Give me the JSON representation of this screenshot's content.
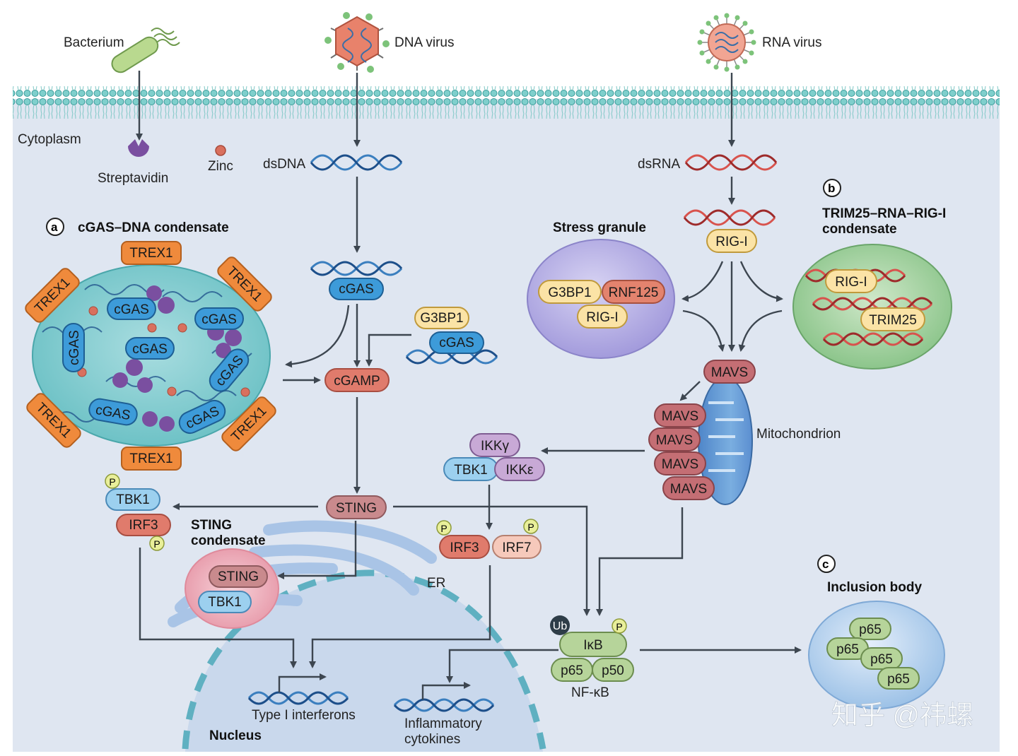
{
  "labels": {
    "bacterium": "Bacterium",
    "dna_virus": "DNA virus",
    "rna_virus": "RNA virus",
    "cytoplasm": "Cytoplasm",
    "streptavidin": "Streptavidin",
    "zinc": "Zinc",
    "dsdna": "dsDNA",
    "dsrna": "dsRNA",
    "mitochondrion": "Mitochondrion",
    "er": "ER",
    "nucleus": "Nucleus",
    "nfkb": "NF-κB",
    "type1_ifn": "Type I interferons",
    "inflam_1": "Inflammatory",
    "inflam_2": "cytokines",
    "watermark": "知乎 @祎螺"
  },
  "panels": {
    "a": {
      "letter": "a",
      "title": "cGAS–DNA condensate"
    },
    "b": {
      "letter": "b",
      "title_1": "TRIM25–RNA–RIG-I",
      "title_2": "condensate"
    },
    "c": {
      "letter": "c",
      "title": "Inclusion body"
    },
    "stress_granule": "Stress granule",
    "sting_condensate_1": "STING",
    "sting_condensate_2": "condensate"
  },
  "proteins": {
    "trex1": "TREX1",
    "cgas": "cGAS",
    "cgamp": "cGAMP",
    "g3bp1": "G3BP1",
    "rnf125": "RNF125",
    "rigi": "RIG-I",
    "trim25": "TRIM25",
    "mavs": "MAVS",
    "ikkg": "IKKγ",
    "ikke": "IKKε",
    "tbk1": "TBK1",
    "irf3": "IRF3",
    "irf7": "IRF7",
    "sting": "STING",
    "ikb": "IκB",
    "p65": "p65",
    "p50": "p50",
    "ub": "Ub",
    "p": "P"
  },
  "colors": {
    "cytoplasm": "#dfe6f1",
    "membrane": "#6fc6c4",
    "cgas": "#3d9bd9",
    "trex1": "#ef8a3c",
    "sting": "#c98a8d",
    "mavs": "#c46e74",
    "irf3": "#e07b6c",
    "irf7": "#f6c9bb",
    "tbk1": "#9cd0ef",
    "ikk": "#c8a9d6",
    "g3bp1": "#fbe3a6",
    "rnf125": "#e3836e",
    "nfkb": "#b6d49a",
    "arrow": "#3d4650"
  }
}
